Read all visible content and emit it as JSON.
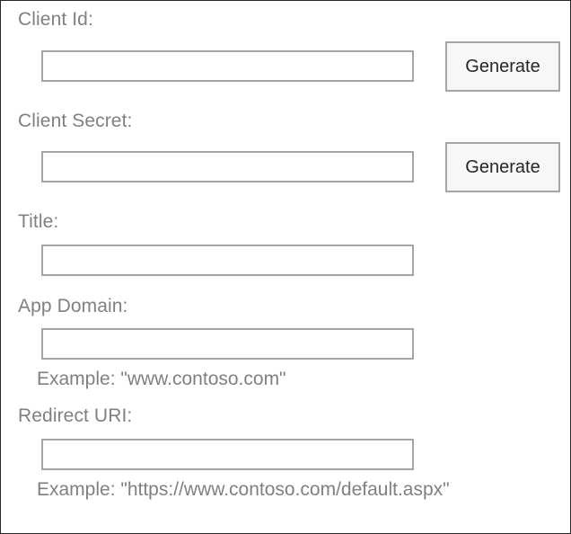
{
  "form": {
    "fields": [
      {
        "id": "client-id",
        "label": "Client Id:",
        "value": "",
        "placeholder": "",
        "button_label": "Generate",
        "example": ""
      },
      {
        "id": "client-secret",
        "label": "Client Secret:",
        "value": "",
        "placeholder": "",
        "button_label": "Generate",
        "example": ""
      },
      {
        "id": "title",
        "label": "Title:",
        "value": "",
        "placeholder": "",
        "example": ""
      },
      {
        "id": "app-domain",
        "label": "App Domain:",
        "value": "",
        "placeholder": "",
        "example": "Example: \"www.contoso.com\""
      },
      {
        "id": "redirect-uri",
        "label": "Redirect URI:",
        "value": "",
        "placeholder": "",
        "example": "Example: \"https://www.contoso.com/default.aspx\""
      }
    ]
  },
  "colors": {
    "label_text": "#808080",
    "input_border": "#a6a6a6",
    "button_face": "#f7f7f7",
    "button_border": "#a6a6a6",
    "button_text": "#262626",
    "page_border": "#262626",
    "background": "#ffffff"
  }
}
